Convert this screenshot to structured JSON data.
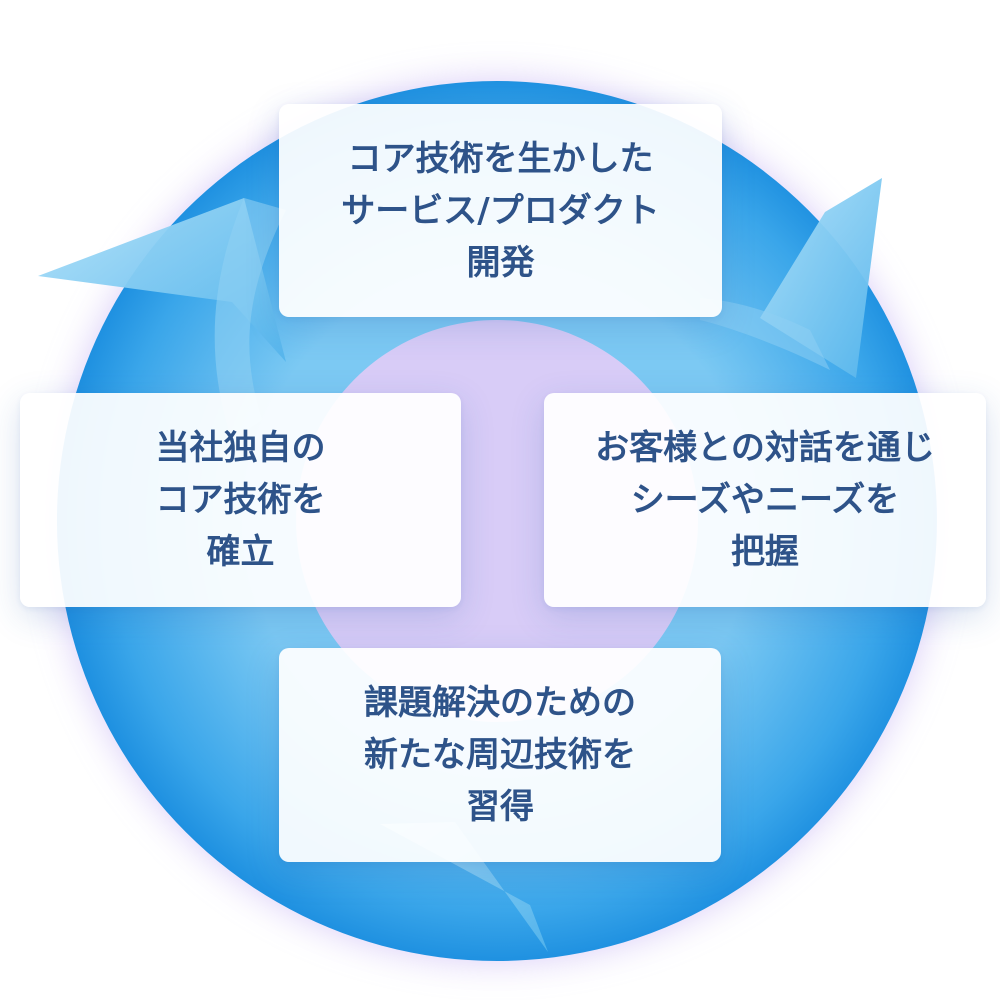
{
  "colors": {
    "ring_light": "#5fbef0",
    "ring_dark": "#1589dd",
    "arrow_light": "#9fd7f6",
    "glow": "#b9a3f2",
    "text": "#2e5389"
  },
  "steps": [
    {
      "id": "top",
      "text": "コア技術を生かした\nサービス/プロダクト\n開発"
    },
    {
      "id": "right",
      "text": "お客様との対話を通じ\nシーズやニーズを\n把握"
    },
    {
      "id": "bottom",
      "text": "課題解決のための\n新たな周辺技術を\n習得"
    },
    {
      "id": "left",
      "text": "当社独自の\nコア技術を\n確立"
    }
  ]
}
